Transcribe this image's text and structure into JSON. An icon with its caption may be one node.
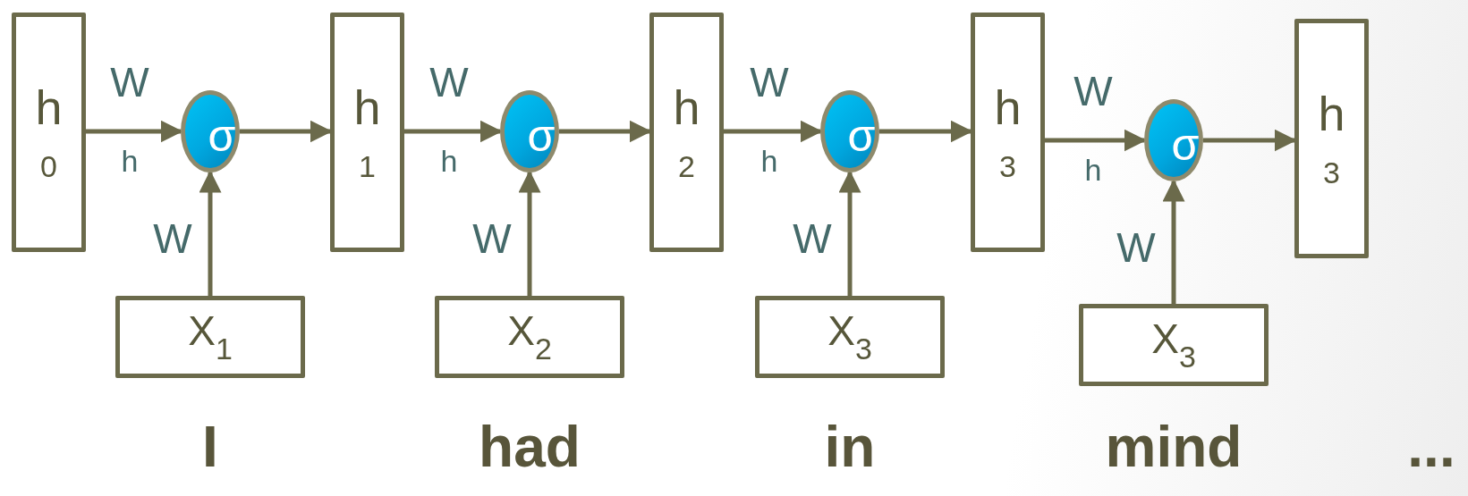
{
  "diagram": {
    "nodes": [
      {
        "text": [
          "h",
          "0"
        ]
      },
      {
        "text": [
          "σ"
        ]
      },
      {
        "text": [
          "h",
          "1"
        ]
      },
      {
        "text": [
          "σ"
        ]
      },
      {
        "text": [
          "h",
          "2"
        ]
      },
      {
        "text": [
          "σ"
        ]
      },
      {
        "text": [
          "h",
          "3"
        ]
      },
      {
        "text": [
          "σ"
        ]
      },
      {
        "text": [
          "h",
          "3"
        ]
      },
      {
        "text": [
          "X$_{1}$"
        ]
      },
      {
        "text": [
          "X$_{2}$"
        ]
      },
      {
        "text": [
          "X$_{3}$"
        ]
      },
      {
        "text": [
          "X$_{3}$"
        ]
      }
    ],
    "edges": [
      {
        "from": 0,
        "to": 1,
        "arrow": "to"
      },
      {
        "from": 9,
        "to": 1,
        "arrow": "to"
      },
      {
        "from": 1,
        "to": 2,
        "arrow": "to"
      },
      {
        "from": 2,
        "to": 3,
        "arrow": "to"
      },
      {
        "from": 10,
        "to": 3,
        "arrow": "to"
      },
      {
        "from": 3,
        "to": 4,
        "arrow": "to"
      },
      {
        "from": 4,
        "to": 5,
        "arrow": "to"
      },
      {
        "from": 11,
        "to": 5,
        "arrow": "to"
      },
      {
        "from": 5,
        "to": 6,
        "arrow": "to"
      },
      {
        "from": 6,
        "to": 7,
        "arrow": "to"
      },
      {
        "from": 12,
        "to": 7,
        "arrow": "to"
      },
      {
        "from": 7,
        "to": 8,
        "arrow": "to"
      }
    ],
    "labels": [
      "W",
      "W",
      "W",
      "W",
      "h",
      "h",
      "h",
      "h",
      "W",
      "W",
      "W",
      "W",
      "I",
      "had",
      "in",
      "mind",
      "..."
    ]
  }
}
